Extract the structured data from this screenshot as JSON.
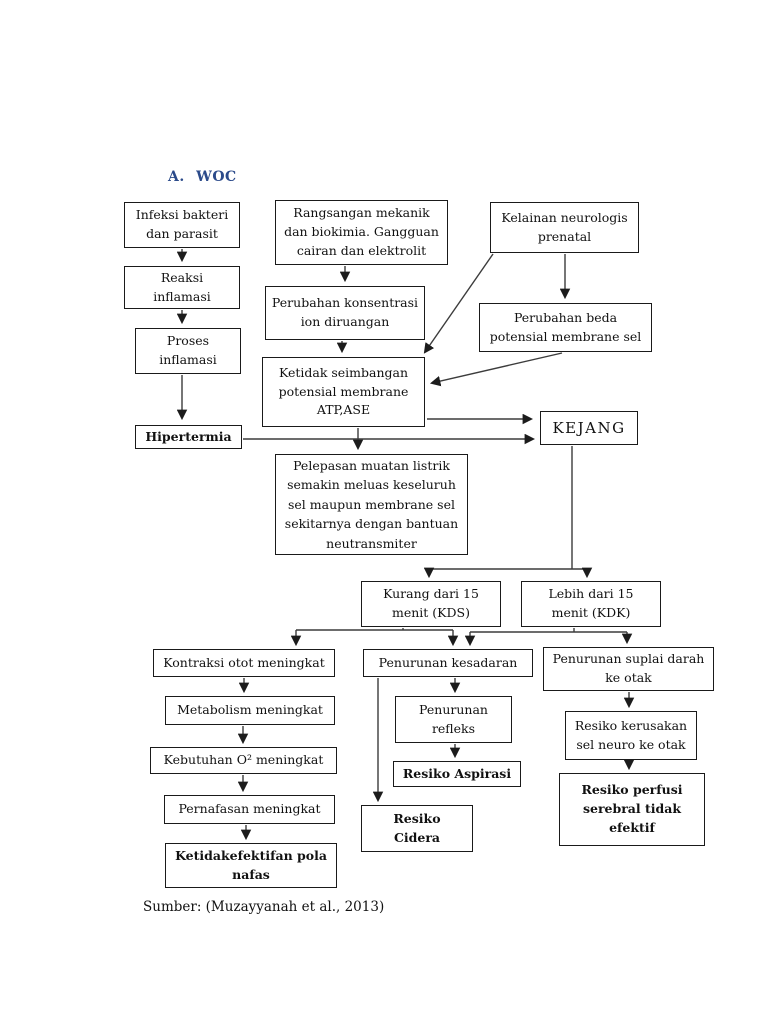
{
  "page": {
    "heading": "A. WOC",
    "source": "Sumber: (Muzayyanah et al., 2013)"
  },
  "colors": {
    "heading": "#2b4a8a",
    "line": "#3c3c3c",
    "border": "#1a1a1a"
  },
  "nodes": {
    "infeksi": {
      "text": "Infeksi bakteri\ndan parasit"
    },
    "reaksi": {
      "text": "Reaksi\ninflamasi"
    },
    "proses": {
      "text": "Proses\ninflamasi"
    },
    "hipertermia": {
      "text": "Hipertermia"
    },
    "rangsangan": {
      "text": "Rangsangan mekanik\ndan biokimia. Gangguan\ncairan dan elektrolit"
    },
    "perubahan_konsentrasi": {
      "text": "Perubahan konsentrasi\nion diruangan"
    },
    "ketidak_seimbangan": {
      "text": "Ketidak seimbangan\npotensial membrane\nATP,ASE"
    },
    "kelainan": {
      "text": "Kelainan neurologis\nprenatal"
    },
    "perubahan_beda": {
      "text": "Perubahan beda\npotensial membrane sel"
    },
    "kejang": {
      "text": "KEJANG"
    },
    "pelepasan": {
      "text": "Pelepasan muatan listrik\nsemakin meluas keseluruh\nsel maupun membrane sel\nsekitarnya dengan bantuan\nneutransmiter"
    },
    "kds": {
      "text": "Kurang dari 15\nmenit (KDS)"
    },
    "kdk": {
      "text": "Lebih dari 15\nmenit (KDK)"
    },
    "kontraksi": {
      "text": "Kontraksi otot meningkat"
    },
    "metabolism": {
      "text": "Metabolism meningkat"
    },
    "kebutuhan": {
      "text": "Kebutuhan O² meningkat"
    },
    "pernafasan": {
      "text": "Pernafasan meningkat"
    },
    "ketidakefektifan": {
      "text": "Ketidakefektifan pola\nnafas"
    },
    "penurunan_kesadaran": {
      "text": "Penurunan kesadaran"
    },
    "penurunan_refleks": {
      "text": "Penurunan\nrefleks"
    },
    "resiko_aspirasi": {
      "text": "Resiko Aspirasi"
    },
    "resiko_cidera": {
      "text": "Resiko\nCidera"
    },
    "penurunan_suplai": {
      "text": "Penurunan suplai darah\nke otak"
    },
    "resiko_kerusakan": {
      "text": "Resiko kerusakan\nsel neuro ke otak"
    },
    "resiko_perfusi": {
      "text": "Resiko perfusi\nserebral tidak\nefektif"
    }
  }
}
